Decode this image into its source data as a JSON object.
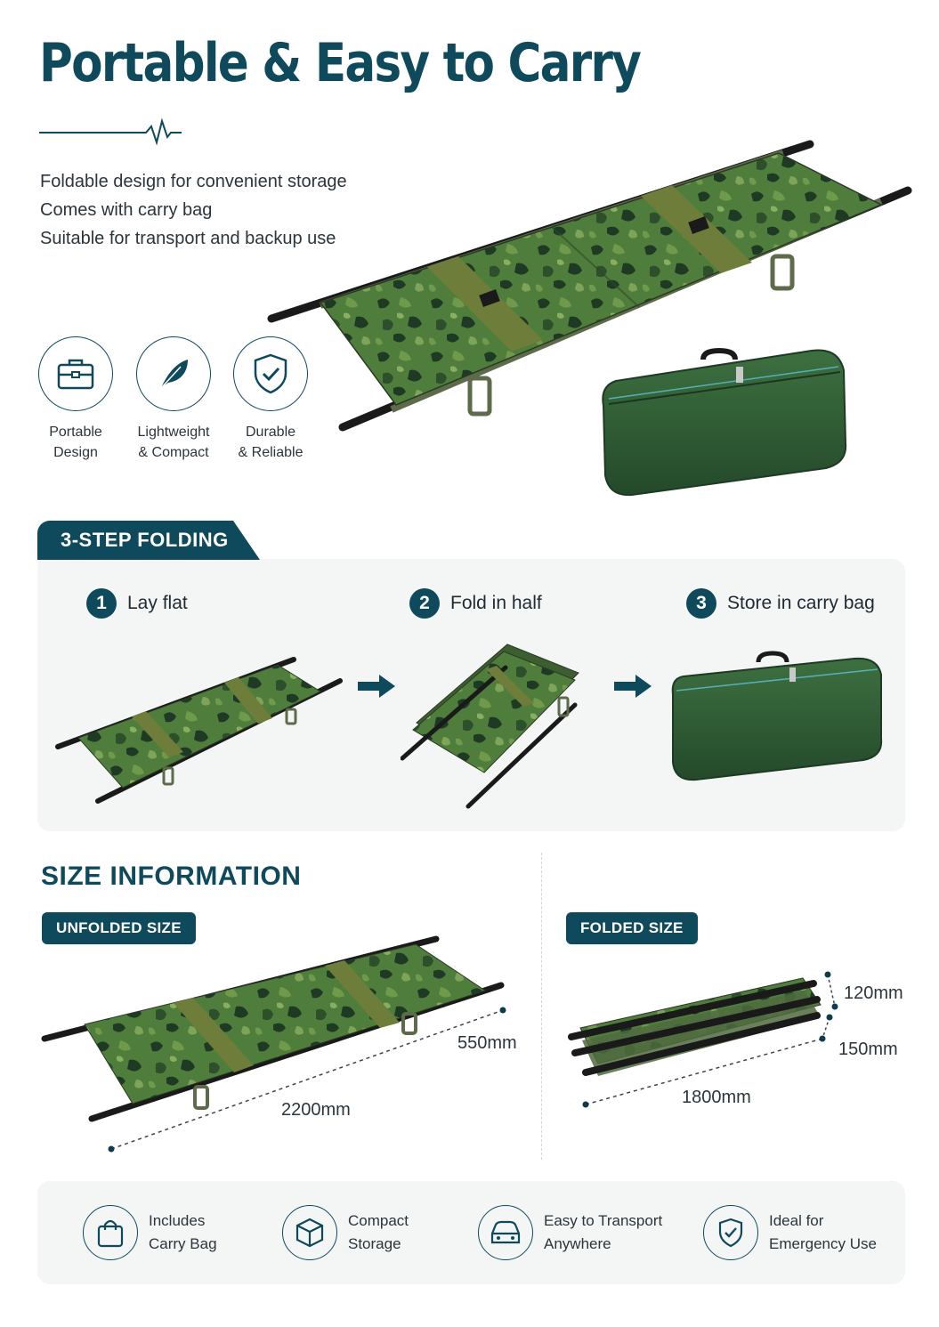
{
  "header": {
    "title": "Portable & Easy to Carry",
    "features": [
      "Foldable design for convenient storage",
      "Comes with carry bag",
      "Suitable for transport and backup use"
    ]
  },
  "badges": [
    {
      "icon": "briefcase-icon",
      "line1": "Portable",
      "line2": "Design"
    },
    {
      "icon": "feather-icon",
      "line1": "Lightweight",
      "line2": "& Compact"
    },
    {
      "icon": "shield-check-icon",
      "line1": "Durable",
      "line2": "& Reliable"
    }
  ],
  "folding": {
    "tab_label": "3-STEP FOLDING",
    "steps": [
      {
        "number": "1",
        "label": "Lay flat"
      },
      {
        "number": "2",
        "label": "Fold in half"
      },
      {
        "number": "3",
        "label": "Store in carry bag"
      }
    ]
  },
  "size": {
    "title": "SIZE INFORMATION",
    "unfolded": {
      "label": "UNFOLDED SIZE",
      "length": "2200mm",
      "width": "550mm"
    },
    "folded": {
      "label": "FOLDED SIZE",
      "length": "1800mm",
      "width": "150mm",
      "height": "120mm"
    }
  },
  "footer": [
    {
      "icon": "shopping-bag-icon",
      "line1": "Includes",
      "line2": "Carry Bag"
    },
    {
      "icon": "box-icon",
      "line1": "Compact",
      "line2": "Storage"
    },
    {
      "icon": "car-icon",
      "line1": "Easy to Transport",
      "line2": "Anywhere"
    },
    {
      "icon": "shield-check-icon",
      "line1": "Ideal for",
      "line2": "Emergency Use"
    }
  ],
  "colors": {
    "brand": "#0f4a5c",
    "camo_base": "#4a7a3a",
    "camo_dark": "#1f3a24",
    "bag_green": "#2f5e33"
  }
}
